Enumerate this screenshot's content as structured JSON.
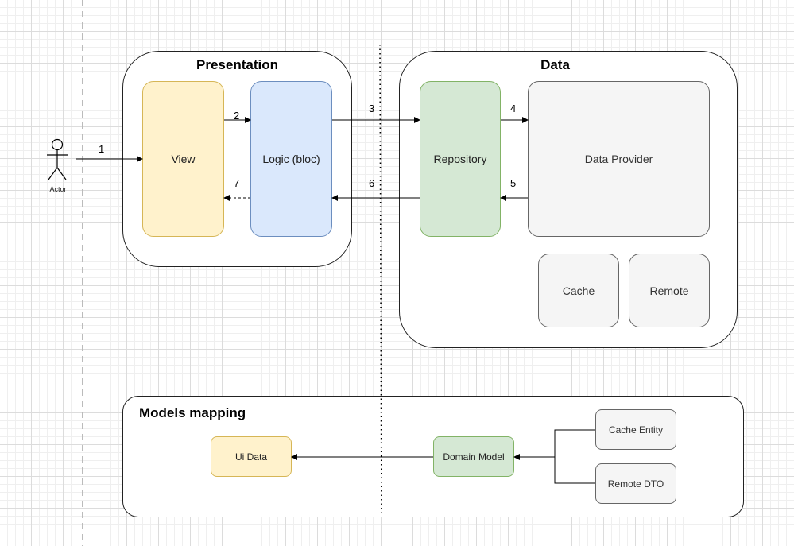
{
  "diagram": {
    "actor": {
      "label": "Actor"
    },
    "presentation": {
      "title": "Presentation",
      "view": "View",
      "logic": "Logic (bloc)"
    },
    "data": {
      "title": "Data",
      "repository": "Repository",
      "data_provider": "Data Provider",
      "cache": "Cache",
      "remote": "Remote"
    },
    "models_mapping": {
      "title": "Models mapping",
      "ui_data": "Ui Data",
      "domain_model": "Domain Model",
      "cache_entity": "Cache Entity",
      "remote_dto": "Remote DTO"
    },
    "steps": {
      "s1": "1",
      "s2": "2",
      "s3": "3",
      "s4": "4",
      "s5": "5",
      "s6": "6",
      "s7": "7"
    },
    "colors": {
      "view_fill": "#fff2cc",
      "view_stroke": "#d6b656",
      "logic_fill": "#dae8fc",
      "logic_stroke": "#6c8ebf",
      "repository_fill": "#d5e8d4",
      "repository_stroke": "#82b366",
      "neutral_fill": "#f5f5f5",
      "neutral_stroke": "#666666"
    }
  }
}
